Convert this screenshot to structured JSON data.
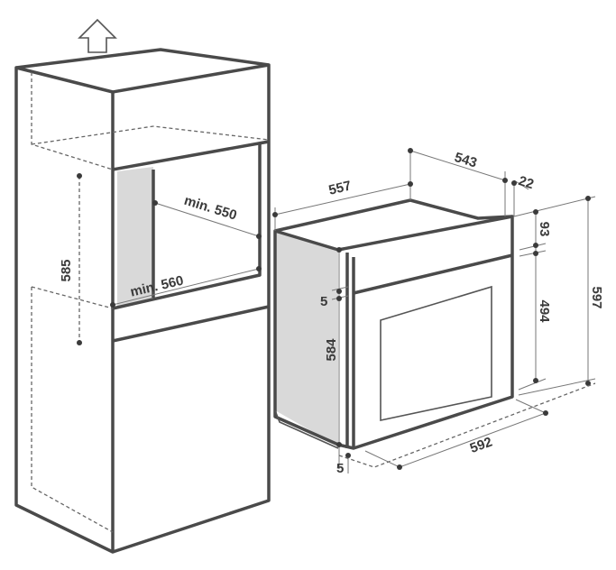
{
  "diagram": {
    "cabinet": {
      "height_label": "585",
      "depth_label": "min. 550",
      "width_label": "min. 560"
    },
    "oven": {
      "depth_total_label": "557",
      "depth_body_label": "543",
      "front_thickness_label": "22",
      "panel_height_label": "93",
      "door_height_label": "494",
      "total_height_label": "597",
      "gap_top_label": "5",
      "body_height_label": "584",
      "gap_bottom_label": "5",
      "width_label": "592"
    },
    "colors": {
      "outline": "#4a4a4a",
      "fill": "#d9d9d9"
    }
  }
}
